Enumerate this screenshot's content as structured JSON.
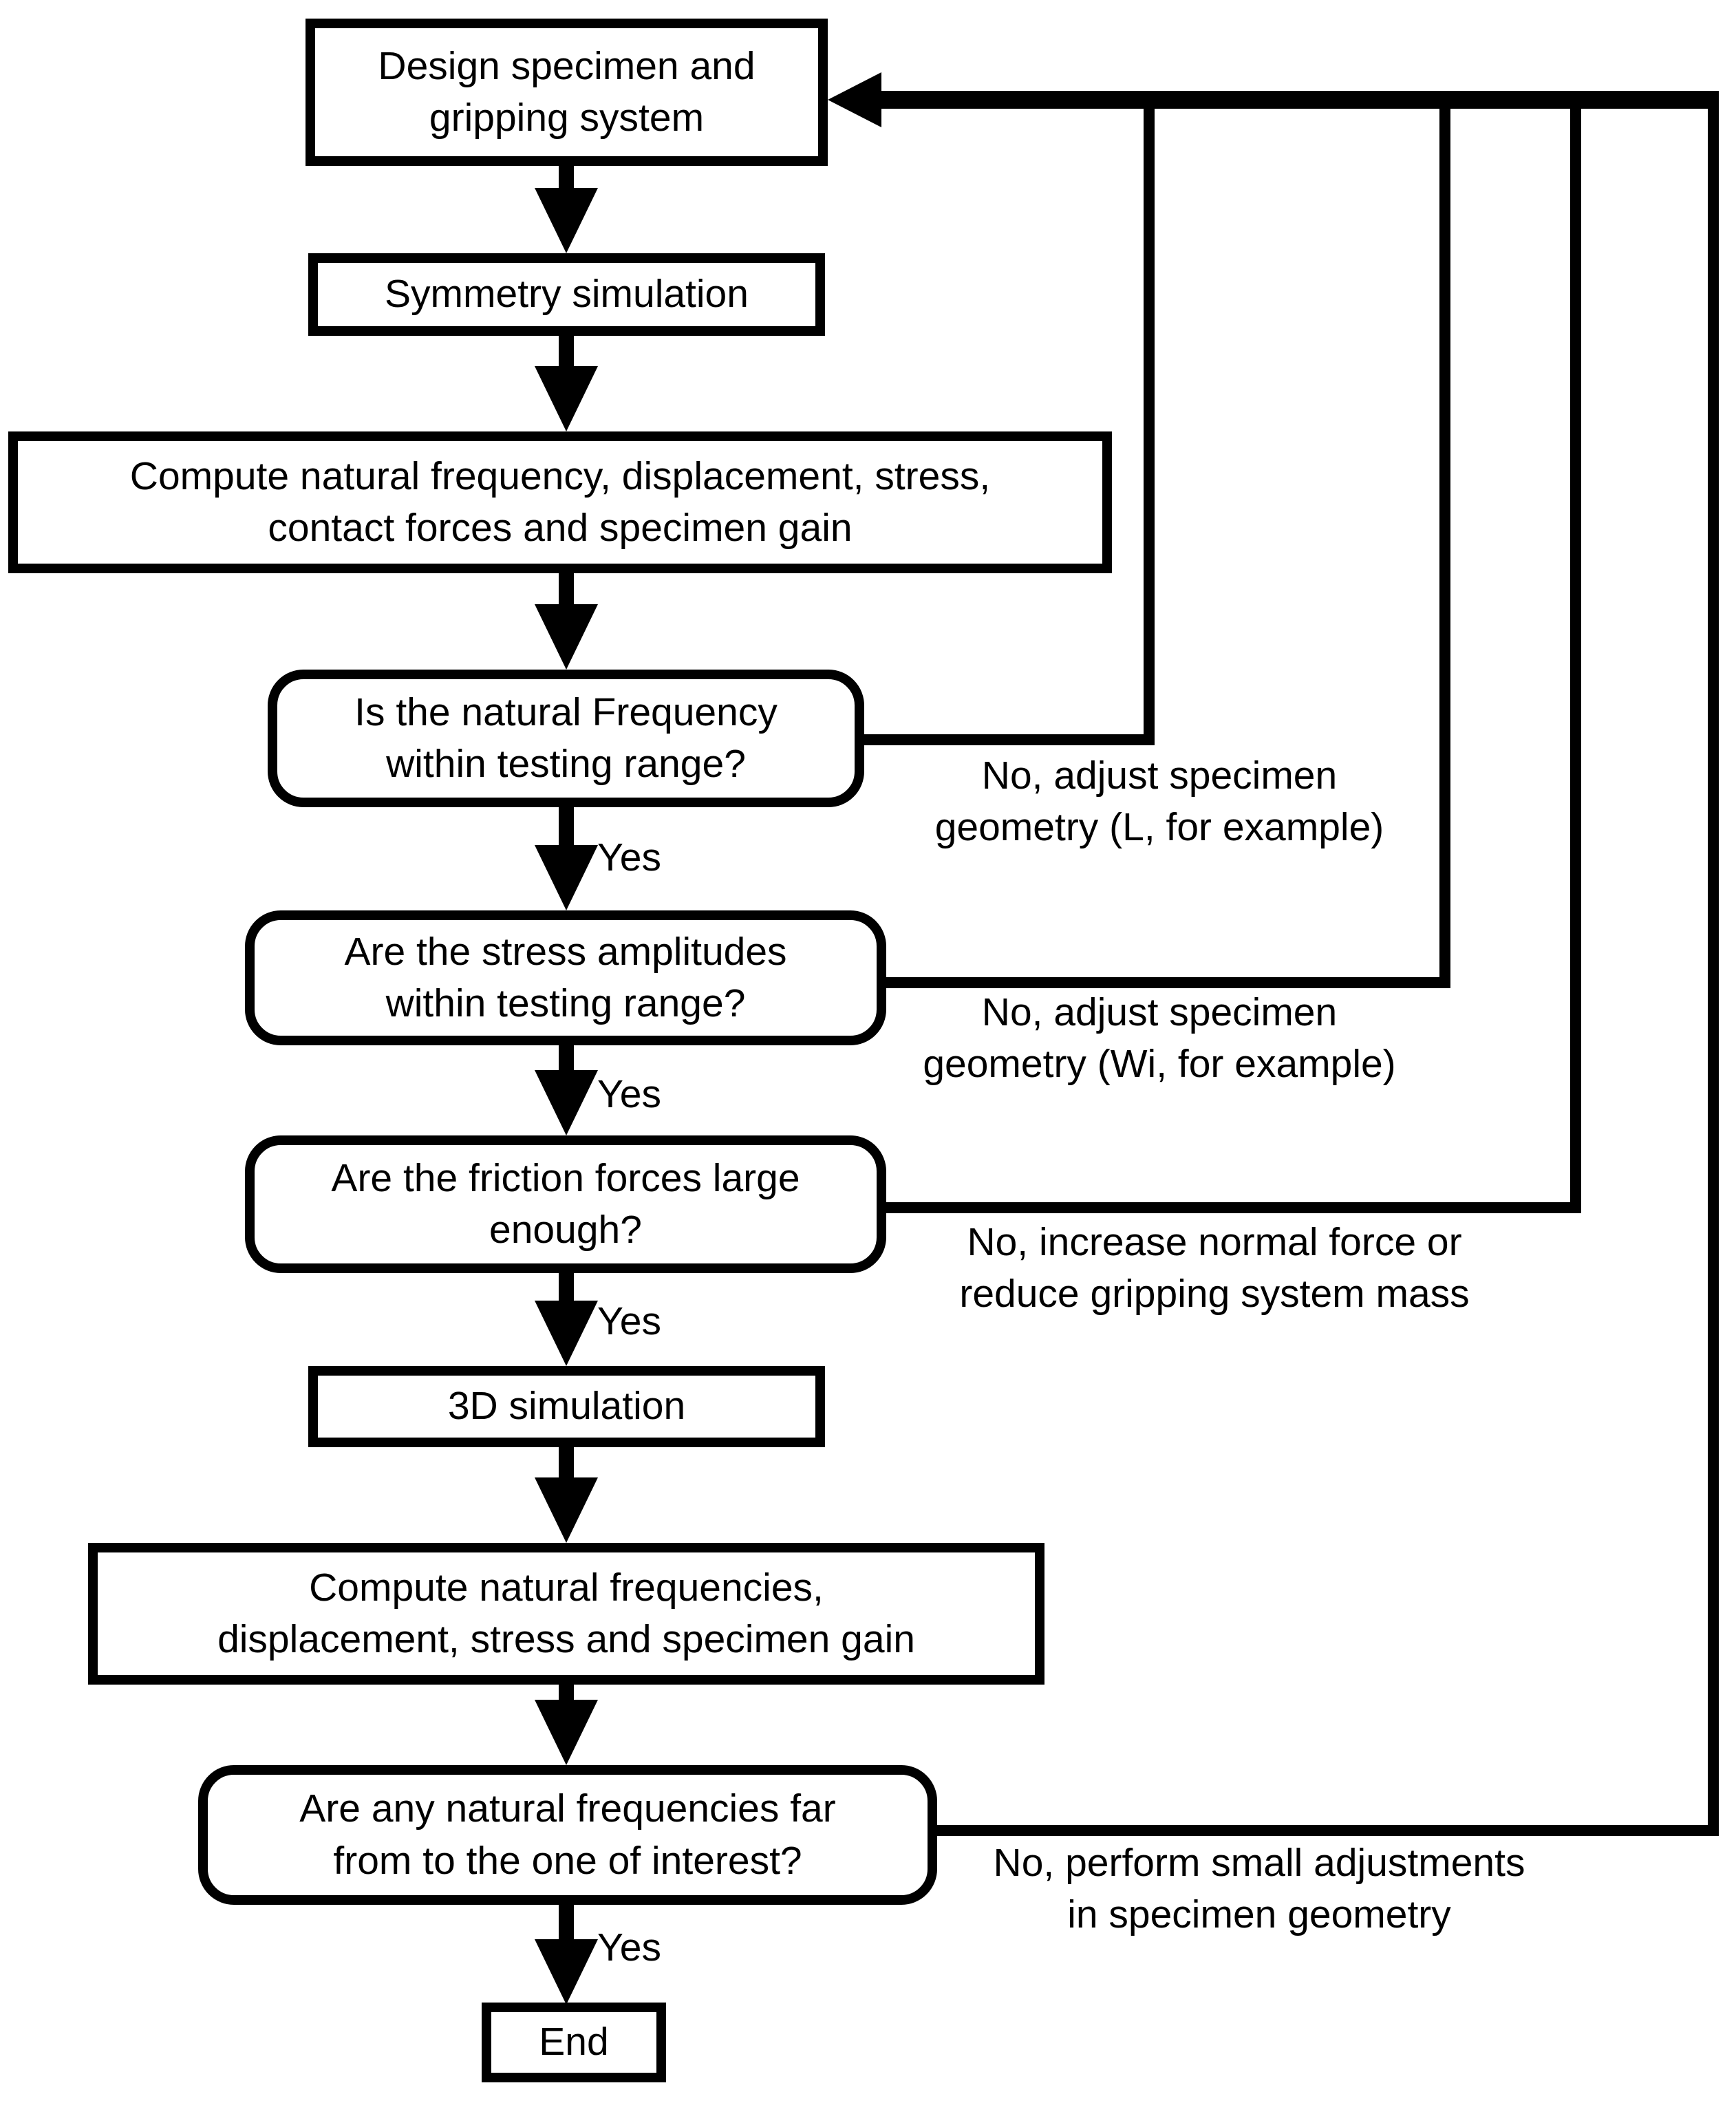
{
  "diagram": {
    "type": "flowchart",
    "colors": {
      "stroke": "#000000",
      "fill": "#ffffff",
      "background": "#ffffff",
      "text": "#000000"
    },
    "nodes": {
      "design": {
        "label": "Design specimen and\ngripping system",
        "shape": "rectangle"
      },
      "symmetry": {
        "label": "Symmetry simulation",
        "shape": "rectangle"
      },
      "compute1": {
        "label": "Compute natural frequency, displacement, stress,\ncontact forces and specimen gain",
        "shape": "rectangle"
      },
      "freq": {
        "label": "Is the natural Frequency\nwithin testing range?",
        "shape": "rounded"
      },
      "stress": {
        "label": "Are the stress amplitudes\nwithin testing range?",
        "shape": "rounded"
      },
      "friction": {
        "label": "Are the friction forces large\nenough?",
        "shape": "rounded"
      },
      "sim3d": {
        "label": "3D simulation",
        "shape": "rectangle"
      },
      "compute2": {
        "label": "Compute natural frequencies,\ndisplacement, stress and specimen gain",
        "shape": "rectangle"
      },
      "modes": {
        "label": "Are any natural frequencies far\nfrom to the one of interest?",
        "shape": "rounded"
      },
      "end": {
        "label": "End",
        "shape": "rectangle"
      }
    },
    "edges": {
      "yes1": {
        "label": "Yes",
        "from": "freq",
        "to": "stress"
      },
      "yes2": {
        "label": "Yes",
        "from": "stress",
        "to": "friction"
      },
      "yes3": {
        "label": "Yes",
        "from": "friction",
        "to": "sim3d"
      },
      "yes4": {
        "label": "Yes",
        "from": "modes",
        "to": "end"
      },
      "no1": {
        "label": "No, adjust specimen\ngeometry (L, for example)",
        "from": "freq",
        "to": "design"
      },
      "no2": {
        "label": "No, adjust specimen\ngeometry (Wi, for example)",
        "from": "stress",
        "to": "design"
      },
      "no3": {
        "label": "No, increase normal force or\nreduce gripping system mass",
        "from": "friction",
        "to": "design"
      },
      "no4": {
        "label": "No, perform small adjustments\nin specimen geometry",
        "from": "modes",
        "to": "design"
      }
    }
  }
}
